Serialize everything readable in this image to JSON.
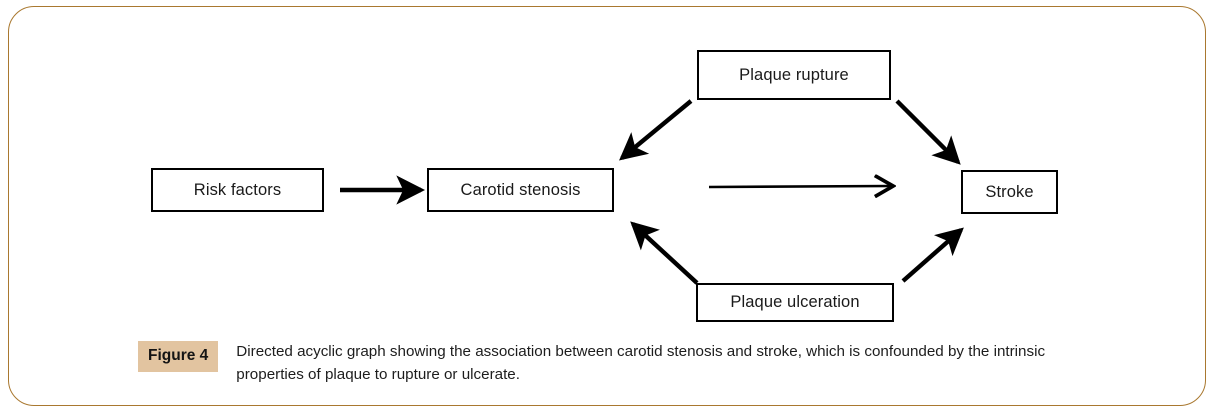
{
  "figure": {
    "badge_label": "Figure 4",
    "caption": "Directed acyclic graph showing the association between carotid stenosis and stroke, which is confounded by the intrinsic properties of plaque to rupture or ulcerate.",
    "frame_color": "#a9782f",
    "badge_color": "#e2c4a0",
    "node_border_color": "#000000",
    "edge_color": "#000000"
  },
  "chart_data": {
    "type": "diagram",
    "title": "Directed acyclic graph showing the association between carotid stenosis and stroke, which is confounded by the intrinsic properties of plaque to rupture or ulcerate.",
    "nodes": [
      {
        "id": "risk-factors",
        "label": "Risk factors"
      },
      {
        "id": "carotid",
        "label": "Carotid stenosis"
      },
      {
        "id": "plaque-rupture",
        "label": "Plaque rupture"
      },
      {
        "id": "plaque-ulcer",
        "label": "Plaque ulceration"
      },
      {
        "id": "stroke",
        "label": "Stroke"
      }
    ],
    "edges": [
      {
        "from": "risk-factors",
        "to": "carotid",
        "style": "thick-arrow"
      },
      {
        "from": "carotid",
        "to": "stroke",
        "style": "thin-arrow"
      },
      {
        "from": "plaque-rupture",
        "to": "carotid",
        "style": "thick-arrow"
      },
      {
        "from": "plaque-rupture",
        "to": "stroke",
        "style": "thick-arrow"
      },
      {
        "from": "plaque-ulcer",
        "to": "carotid",
        "style": "thick-arrow"
      },
      {
        "from": "plaque-ulcer",
        "to": "stroke",
        "style": "thick-arrow"
      }
    ]
  }
}
